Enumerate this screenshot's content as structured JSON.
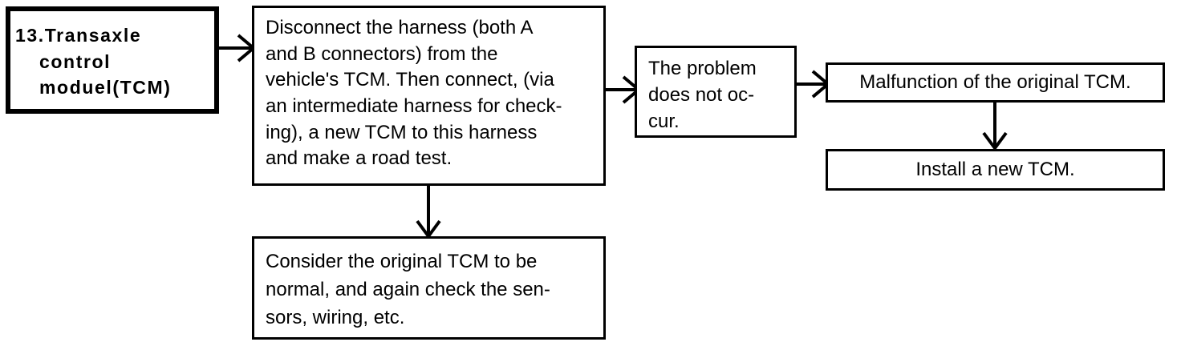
{
  "diagram": {
    "type": "flowchart",
    "title_node": "13.Transaxle control moduel(TCM)",
    "nodes": {
      "start": {
        "line1": "13.Transaxle",
        "line2": "control",
        "line3": "moduel(TCM)"
      },
      "procedure": {
        "text": "Disconnect the harness (both A\nand B connectors) from the\n vehicle's TCM. Then connect, (via\nan intermediate harness for check-\ning), a new TCM to this harness\nand make a road test."
      },
      "outcome": {
        "text": "The  problem\ndoes  not  oc-\ncur."
      },
      "malfunction": {
        "text": "Malfunction of the original TCM."
      },
      "install": {
        "text": "Install a new TCM."
      },
      "normal": {
        "text": "Consider  the  original  TCM  to  be\nnormal, and again check the sen-\nsors, wiring, etc."
      }
    },
    "connectors": [
      {
        "name": "start-to-procedure",
        "direction": "right"
      },
      {
        "name": "procedure-to-outcome",
        "direction": "right"
      },
      {
        "name": "outcome-to-malfunction",
        "direction": "right"
      },
      {
        "name": "malfunction-to-install",
        "direction": "down"
      },
      {
        "name": "procedure-to-normal",
        "direction": "down"
      }
    ],
    "colors": {
      "stroke": "#000000",
      "background": "#ffffff",
      "text": "#000000"
    }
  }
}
